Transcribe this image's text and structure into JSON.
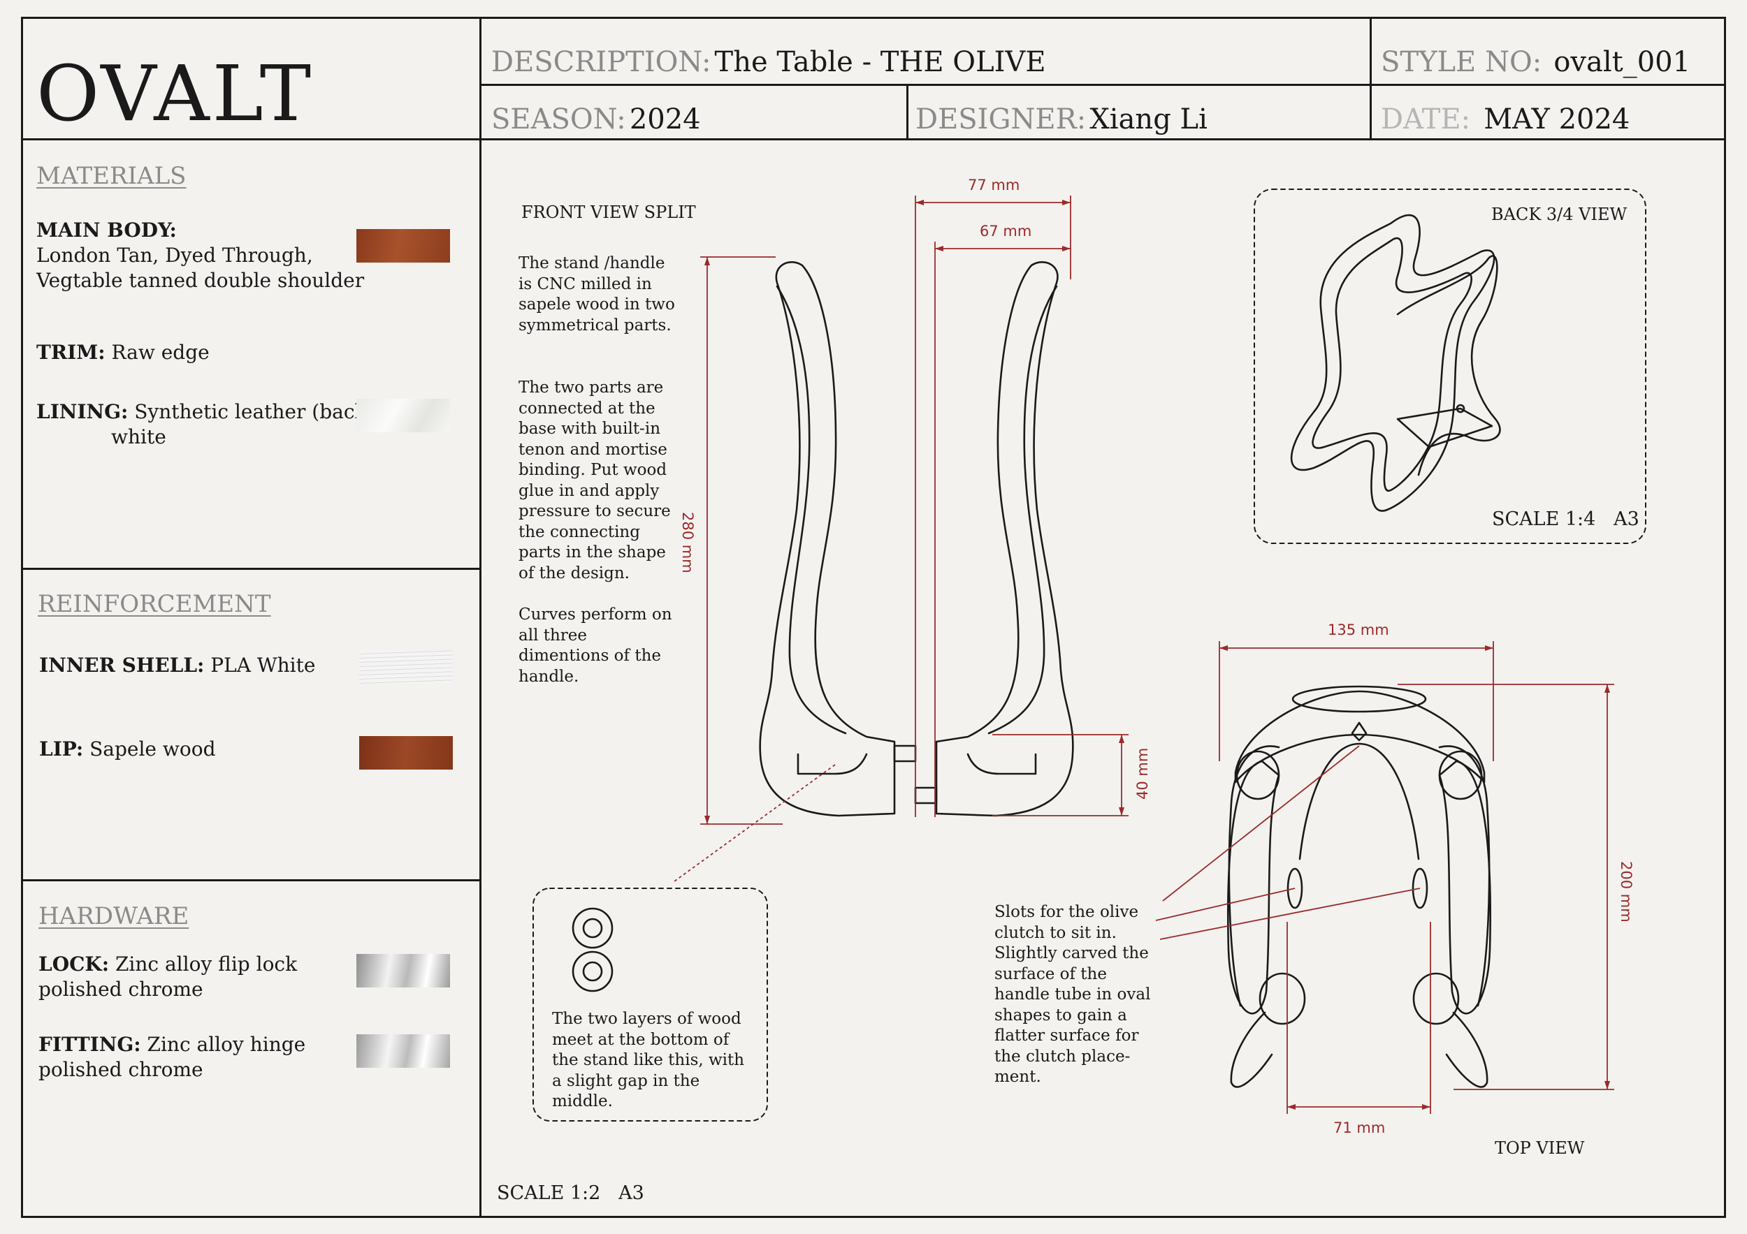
{
  "header": {
    "logo": "OVALT",
    "description_label": "DESCRIPTION:",
    "description_value": "The Table - THE OLIVE",
    "style_label": "STYLE NO:",
    "style_value": "ovalt_001",
    "season_label": "SEASON:",
    "season_value": "2024",
    "designer_label": "DESIGNER:",
    "designer_value": "Xiang Li",
    "date_label": "DATE:",
    "date_value": "MAY 2024"
  },
  "materials": {
    "title": "MATERIALS",
    "main_body_label": "MAIN BODY:",
    "main_body_line1": "London Tan, Dyed Through,",
    "main_body_line2": "Vegtable tanned double shoulder",
    "trim_label": "TRIM:",
    "trim_value": "Raw edge",
    "lining_label": "LINING:",
    "lining_value": "Synthetic leather (back)",
    "lining_value2": "white",
    "colors": {
      "main_body": "#9a4424",
      "lining": "#f4f4f2"
    }
  },
  "reinforcement": {
    "title": "REINFORCEMENT",
    "inner_shell_label": "INNER SHELL:",
    "inner_shell_value": "PLA White",
    "lip_label": "LIP:",
    "lip_value": "Sapele wood",
    "colors": {
      "inner_shell": "#f1f1f1",
      "lip": "#8e3c1f"
    }
  },
  "hardware": {
    "title": "HARDWARE",
    "lock_label": "LOCK:",
    "lock_value": "Zinc alloy flip lock",
    "lock_value2": "polished chrome",
    "fitting_label": "FITTING:",
    "fitting_value": "Zinc alloy hinge",
    "fitting_value2": "polished chrome"
  },
  "drawing": {
    "front_title": "FRONT VIEW SPLIT",
    "front_note1": "The stand /handle is CNC milled in sapele wood in two symmetrical parts.",
    "front_note2": "The two parts are connected at the base with built-in tenon and mortise binding. Put wood glue in and apply pressure to secure the connecting parts in the shape of the design.",
    "front_note3": "Curves perform on all three dimentions of the handle.",
    "dim_77": "77 mm",
    "dim_67": "67 mm",
    "dim_280": "280 mm",
    "dim_40": "40 mm",
    "detail_note": "The two layers of wood meet at the bottom of the stand like this, with a slight gap in the middle.",
    "front_scale": "SCALE 1:2   A3",
    "back_title": "BACK 3/4 VIEW",
    "back_scale": "SCALE 1:4   A3",
    "dim_135": "135 mm",
    "dim_200": "200 mm",
    "dim_71": "71 mm",
    "top_note": "Slots for the olive clutch to sit in. Slightly carved the surface of the handle tube in oval shapes to gain a flatter surface for the clutch place-ment.",
    "top_title": "TOP VIEW",
    "dim_color": "#9b2a2a"
  }
}
